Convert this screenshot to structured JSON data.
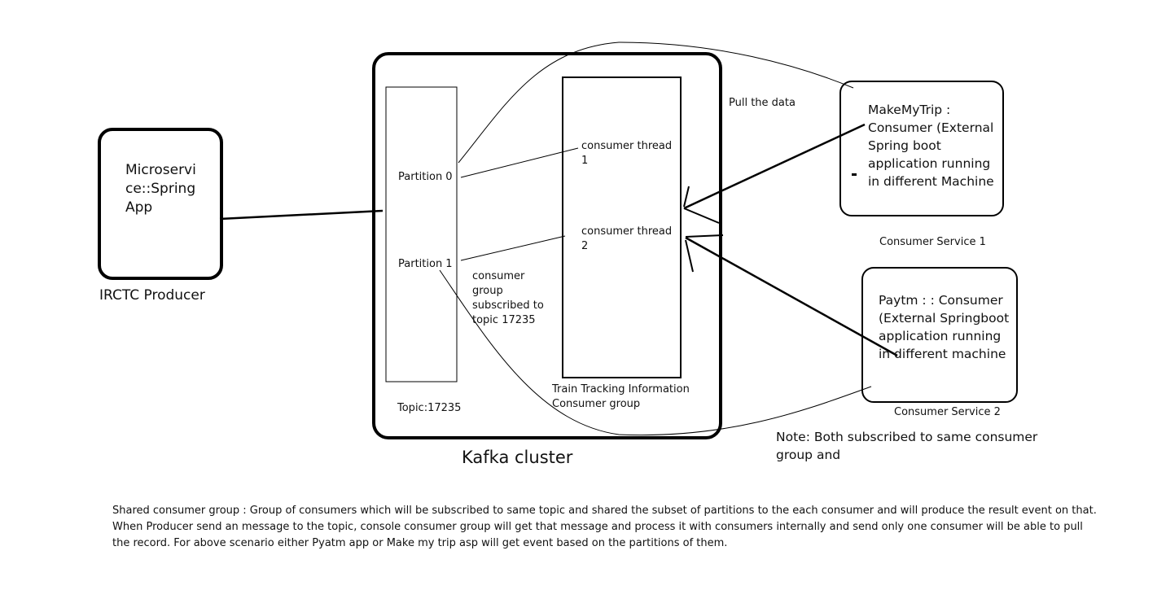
{
  "producer": {
    "box_label": "Microservi ce::Spring App",
    "caption": "IRCTC Producer"
  },
  "kafka": {
    "caption": "Kafka cluster",
    "topic_label": "Topic:17235",
    "partitions": [
      "Partition 0",
      "Partition 1"
    ],
    "group_note": "consumer group subscribed to topic 17235",
    "group_caption": "Train Tracking Information Consumer group",
    "threads": [
      "consumer thread 1",
      "consumer thread 2"
    ]
  },
  "pull_label": "Pull the data",
  "consumers": [
    {
      "text": "MakeMyTrip : Consumer (External Spring boot application running in different Machine",
      "caption": "Consumer Service 1"
    },
    {
      "text": "Paytm : : Consumer (External Springboot application running in different machine",
      "caption": "Consumer Service 2"
    }
  ],
  "note": "Note: Both subscribed to same consumer group and",
  "description": "Shared consumer group : Group of consumers which will be subscribed to same topic and shared the subset of partitions to the each consumer and will produce the result event on that. When Producer send an message to the topic, console consumer group will get that message and process it with consumers internally and send only one consumer will be able to pull the record. For above scenario either Pyatm app or Make my trip asp will get event based on the partitions of them."
}
